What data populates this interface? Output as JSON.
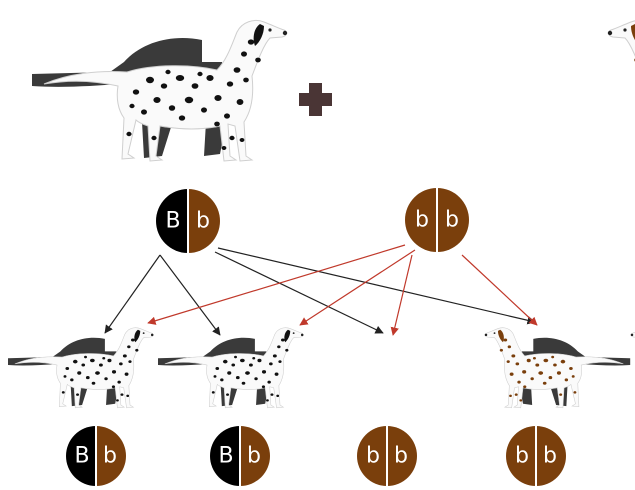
{
  "parents": [
    {
      "id": "parent-black",
      "coat_color": "#111111",
      "alleles": [
        "B",
        "b"
      ]
    },
    {
      "id": "parent-liver",
      "coat_color": "#7a3f0c",
      "alleles": [
        "b",
        "b"
      ]
    }
  ],
  "cross_symbol": "+",
  "offspring": [
    {
      "id": "pup-1",
      "coat_color": "#111111",
      "alleles": [
        "B",
        "b"
      ]
    },
    {
      "id": "pup-2",
      "coat_color": "#111111",
      "alleles": [
        "B",
        "b"
      ]
    },
    {
      "id": "pup-3",
      "coat_color": "#7a3f0c",
      "alleles": [
        "b",
        "b"
      ]
    },
    {
      "id": "pup-4",
      "coat_color": "#7a3f0c",
      "alleles": [
        "b",
        "b"
      ]
    }
  ],
  "colors": {
    "dominant_allele": "#000000",
    "recessive_allele": "#7a3f0c",
    "arrow_from_black_parent": "#222222",
    "arrow_from_liver_parent": "#c0392b",
    "plus_sign": "#4a3535",
    "shadow": "#3a3a3a"
  }
}
